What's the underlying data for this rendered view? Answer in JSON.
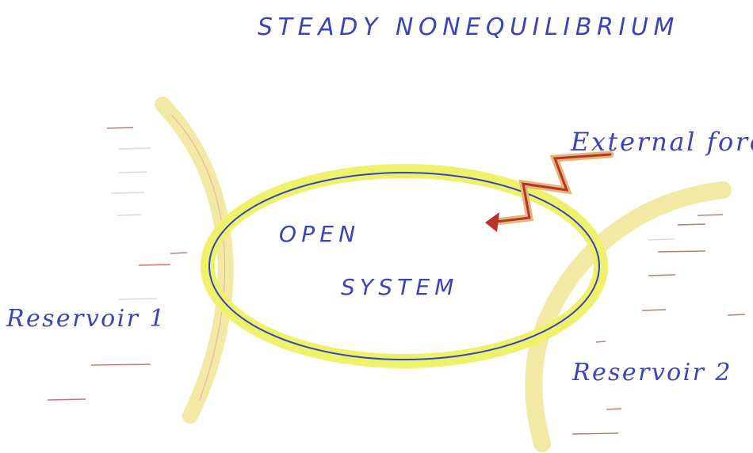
{
  "title": "STEADY NONEQUILIBRIUM",
  "system": {
    "line1": "OPEN",
    "line2": "SYSTEM"
  },
  "reservoir_left": {
    "label": "Reservoir 1"
  },
  "reservoir_right": {
    "label": "Reservoir 2"
  },
  "forcing": {
    "label": "External forcing"
  },
  "colors": {
    "ink": "#3b43b8",
    "highlighter": "#eef26a",
    "wall": "#f2eaa4",
    "hatch": "#b8483c",
    "arrow": "#b8342a",
    "zigzag_outline": "#e0b878"
  },
  "icons": {
    "forcing": "zigzag-lightning-arrow",
    "reservoir": "hatch-marks"
  }
}
